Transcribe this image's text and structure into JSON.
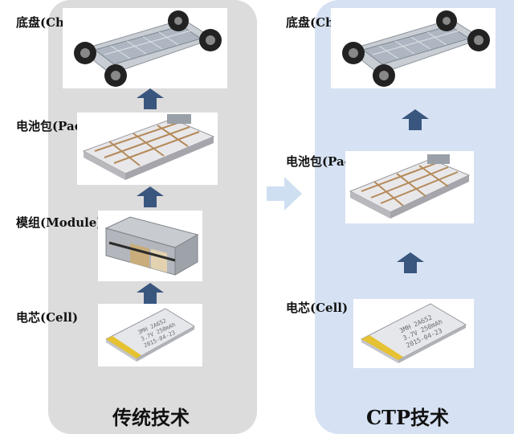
{
  "traditional": {
    "caption": "传统技术",
    "stages": {
      "chassis": "底盘(Chassis)",
      "pack": "电池包(Pack)",
      "module": "模组(Module)",
      "cell": "电芯(Cell)"
    }
  },
  "ctp": {
    "caption": "CTP技术",
    "stages": {
      "chassis": "底盘(Chassis)",
      "pack": "电池包(Pack)",
      "cell": "电芯(Cell)"
    }
  },
  "cell_print": {
    "line1": "3MH 2A652",
    "line2": "3.7V 250mAh",
    "line3": "2015-04-23"
  },
  "colors": {
    "arrow": "#39567e",
    "big_arrow": "#cfdff2",
    "panel_left": "#dcdcdc",
    "panel_right": "#d6e2f3",
    "cell_tab": "#e6c233"
  }
}
